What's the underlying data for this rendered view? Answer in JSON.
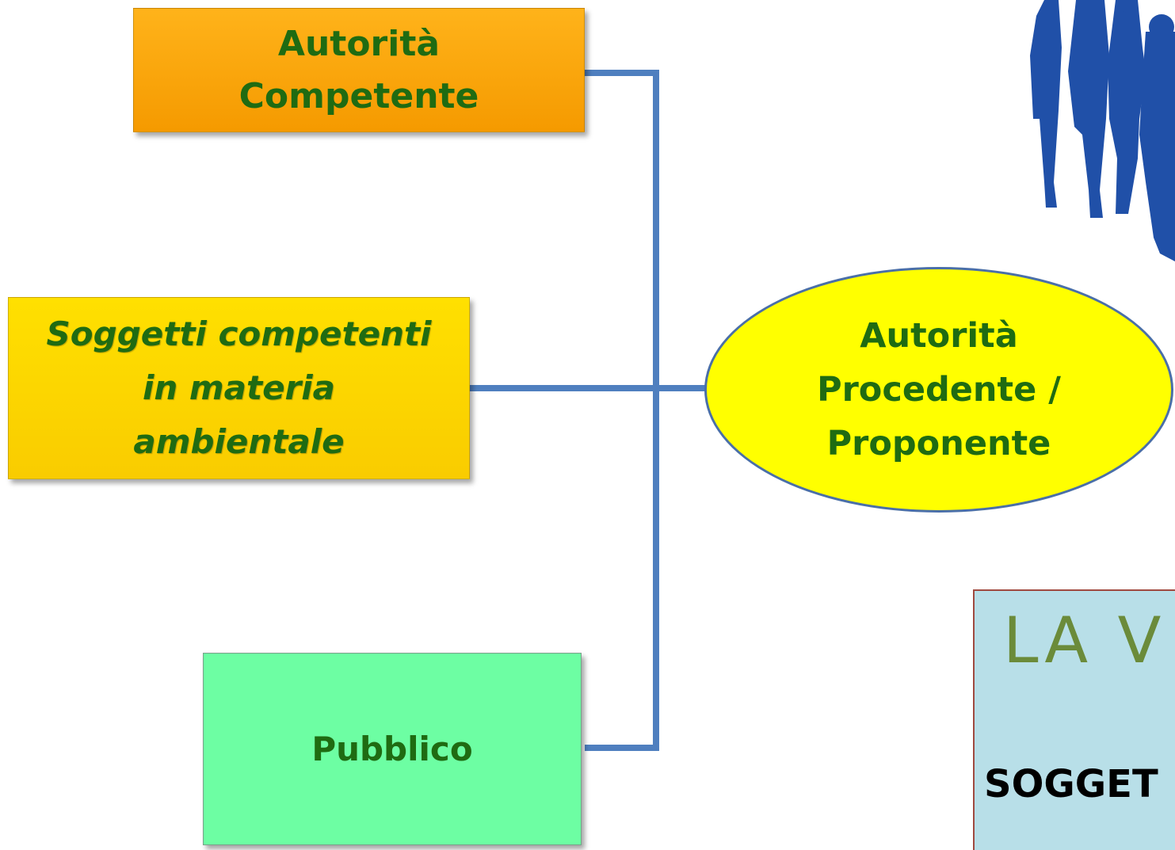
{
  "nodes": {
    "autorita_competente": [
      "Autorità",
      "Competente"
    ],
    "soggetti_competenti": [
      "Soggetti competenti",
      "in materia",
      "ambientale"
    ],
    "pubblico": "Pubblico",
    "autorita_procedente": [
      "Autorità",
      "Procedente /",
      "Proponente"
    ]
  },
  "title_panel": {
    "line1": "LA V",
    "line2": "SOGGET"
  },
  "colors": {
    "connector": "#4f7fbf",
    "text_green": "#1f6b12",
    "box_orange": "#f7a400",
    "box_yellow": "#fcd800",
    "box_green": "#6dfea3",
    "ellipse_fill": "#ffff00",
    "people_silhouette": "#2050a8",
    "panel_fill": "#b8dfe8"
  },
  "icons": {
    "people": "people-silhouette-icon"
  }
}
